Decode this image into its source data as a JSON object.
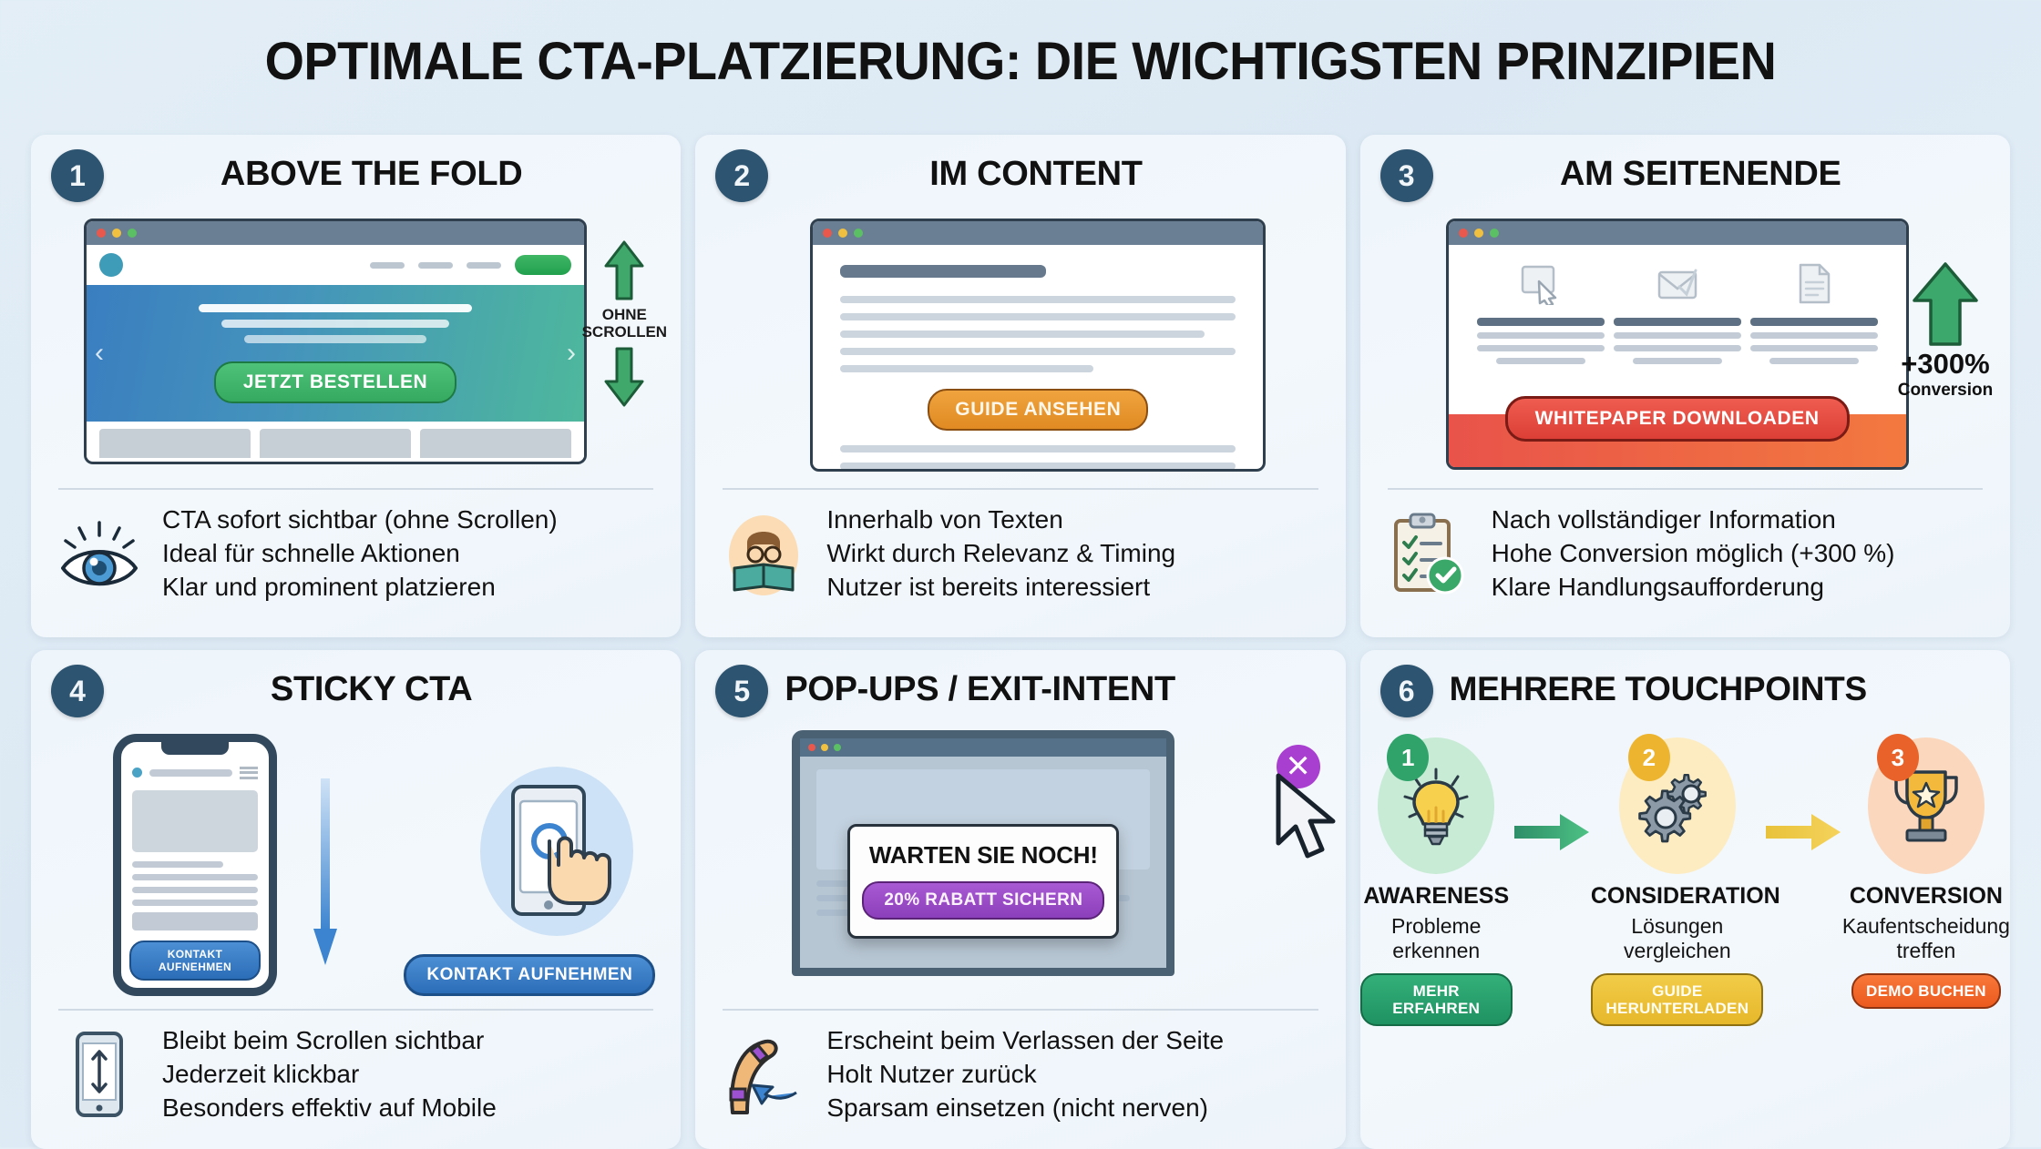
{
  "title": "OPTIMALE CTA-PLATZIERUNG: DIE WICHTIGSTEN PRINZIPIEN",
  "colors": {
    "badge": "#2d5470",
    "green_cta": "#35a95f",
    "orange_cta": "#e08a22",
    "red_cta": "#dc3f36",
    "blue_cta": "#2c6db8",
    "purple_cta": "#8c3fba",
    "page_bg": "#e3eef6",
    "card_bg": "#eef5fb"
  },
  "cards": [
    {
      "number": "1",
      "title": "ABOVE THE FOLD",
      "cta_label": "JETZT BESTELLEN",
      "scroll_label_line1": "OHNE",
      "scroll_label_line2": "SCROLLEN",
      "icon": "eye-icon",
      "bullets": [
        "CTA sofort sichtbar (ohne Scrollen)",
        "Ideal für schnelle Aktionen",
        "Klar und prominent platzieren"
      ]
    },
    {
      "number": "2",
      "title": "IM CONTENT",
      "cta_label": "GUIDE ANSEHEN",
      "icon": "reader-person-icon",
      "bullets": [
        "Innerhalb von Texten",
        "Wirkt durch Relevanz & Timing",
        "Nutzer ist bereits interessiert"
      ]
    },
    {
      "number": "3",
      "title": "AM SEITENENDE",
      "cta_label": "WHITEPAPER DOWNLOADEN",
      "conversion_value": "+300%",
      "conversion_caption": "Conversion",
      "feature_icons": [
        "cursor-click-icon",
        "envelope-icon",
        "document-icon"
      ],
      "icon": "clipboard-check-icon",
      "bullets": [
        "Nach vollständiger Information",
        "Hohe Conversion möglich (+300 %)",
        "Klare Handlungsaufforderung"
      ]
    },
    {
      "number": "4",
      "title": "STICKY CTA",
      "phone_cta_label": "KONTAKT AUFNEHMEN",
      "float_cta_label": "KONTAKT AUFNEHMEN",
      "icon": "phone-scroll-icon",
      "bullets": [
        "Bleibt beim Scrollen sichtbar",
        "Jederzeit klickbar",
        "Besonders effektiv auf Mobile"
      ]
    },
    {
      "number": "5",
      "title": "POP-UPS / EXIT-INTENT",
      "popup_headline": "WARTEN SIE NOCH!",
      "popup_cta_label": "20% RABATT SICHERN",
      "close_glyph": "✕",
      "icon": "boomerang-icon",
      "bullets": [
        "Erscheint beim Verlassen der Seite",
        "Holt Nutzer zurück",
        "Sparsam einsetzen (nicht nerven)"
      ]
    },
    {
      "number": "6",
      "title": "MEHRERE TOUCHPOINTS",
      "funnel": [
        {
          "num": "1",
          "label": "AWARENESS",
          "desc": "Probleme\nerkennen",
          "button": "MEHR ERFAHREN",
          "icon": "lightbulb-icon",
          "circle_color": "#c7ebd4",
          "num_color": "#2fa36a",
          "btn_color": "#2aa濾"
        },
        {
          "num": "2",
          "label": "CONSIDERATION",
          "desc": "Lösungen\nvergleichen",
          "button": "GUIDE\nHERUNTERLADEN",
          "icon": "gears-icon",
          "circle_color": "#fdecc2",
          "num_color": "#edb52f",
          "btn_color": "#edc12f"
        },
        {
          "num": "3",
          "label": "CONVERSION",
          "desc": "Kaufentscheidung\ntreffen",
          "button": "DEMO BUCHEN",
          "icon": "trophy-icon",
          "circle_color": "#fbd8bd",
          "num_color": "#e8622a",
          "btn_color": "#f0651f"
        }
      ],
      "arrow_colors": [
        "#2e9e6b",
        "#e8c23a"
      ]
    }
  ]
}
